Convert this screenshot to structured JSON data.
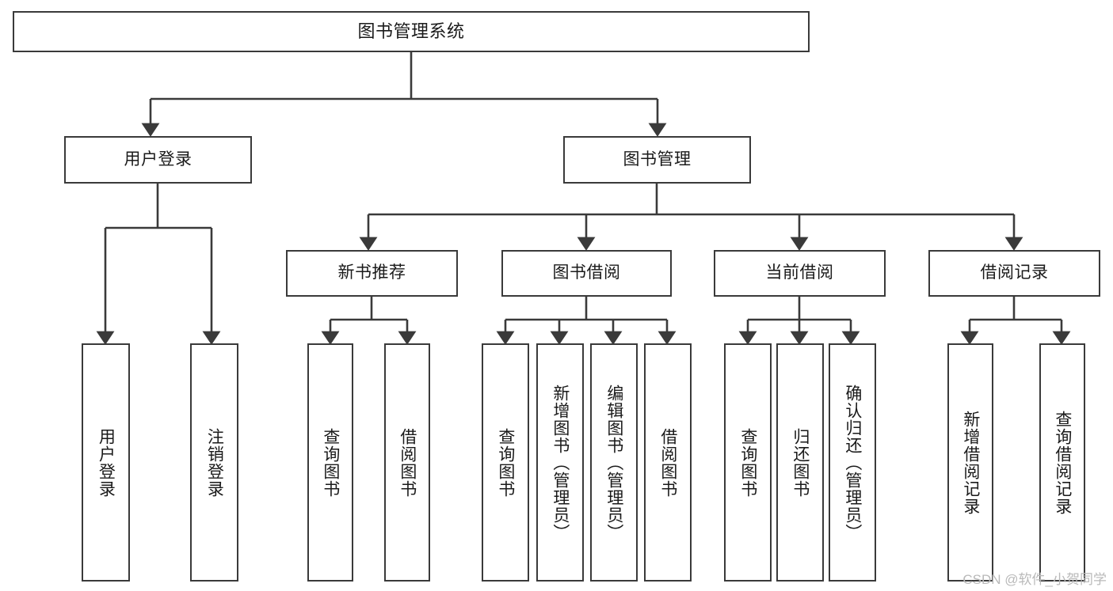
{
  "diagram": {
    "type": "tree-hierarchy",
    "title": "图书管理系统",
    "levels": [
      {
        "level": 1,
        "nodes": [
          {
            "id": "root",
            "label": "图书管理系统",
            "text_orientation": "horizontal"
          }
        ]
      },
      {
        "level": 2,
        "nodes": [
          {
            "id": "user-login",
            "label": "用户登录",
            "text_orientation": "horizontal",
            "parent": "root"
          },
          {
            "id": "book-manage",
            "label": "图书管理",
            "text_orientation": "horizontal",
            "parent": "root"
          }
        ]
      },
      {
        "level": 3,
        "nodes": [
          {
            "id": "new-book-rec",
            "label": "新书推荐",
            "text_orientation": "horizontal",
            "parent": "book-manage"
          },
          {
            "id": "book-borrow",
            "label": "图书借阅",
            "text_orientation": "horizontal",
            "parent": "book-manage"
          },
          {
            "id": "current-borrow",
            "label": "当前借阅",
            "text_orientation": "horizontal",
            "parent": "book-manage"
          },
          {
            "id": "borrow-record",
            "label": "借阅记录",
            "text_orientation": "horizontal",
            "parent": "book-manage"
          }
        ]
      },
      {
        "level": 4,
        "nodes": [
          {
            "id": "leaf-1",
            "label": "用户登录",
            "text_orientation": "vertical",
            "parent": "user-login"
          },
          {
            "id": "leaf-2",
            "label": "注销登录",
            "text_orientation": "vertical",
            "parent": "user-login"
          },
          {
            "id": "leaf-3",
            "label": "查询图书",
            "text_orientation": "vertical",
            "parent": "new-book-rec"
          },
          {
            "id": "leaf-4",
            "label": "借阅图书",
            "text_orientation": "vertical",
            "parent": "new-book-rec"
          },
          {
            "id": "leaf-5",
            "label": "查询图书",
            "text_orientation": "vertical",
            "parent": "book-borrow"
          },
          {
            "id": "leaf-6",
            "label": "新增图书（管理员）",
            "text_orientation": "vertical",
            "parent": "book-borrow"
          },
          {
            "id": "leaf-7",
            "label": "编辑图书（管理员）",
            "text_orientation": "vertical",
            "parent": "book-borrow"
          },
          {
            "id": "leaf-8",
            "label": "借阅图书",
            "text_orientation": "vertical",
            "parent": "book-borrow"
          },
          {
            "id": "leaf-9",
            "label": "查询图书",
            "text_orientation": "vertical",
            "parent": "current-borrow"
          },
          {
            "id": "leaf-10",
            "label": "归还图书",
            "text_orientation": "vertical",
            "parent": "current-borrow"
          },
          {
            "id": "leaf-11",
            "label": "确认归还（管理员）",
            "text_orientation": "vertical",
            "parent": "current-borrow"
          },
          {
            "id": "leaf-12",
            "label": "新增借阅记录",
            "text_orientation": "vertical",
            "parent": "borrow-record"
          },
          {
            "id": "leaf-13",
            "label": "查询借阅记录",
            "text_orientation": "vertical",
            "parent": "borrow-record"
          }
        ]
      }
    ],
    "colors": {
      "border": "#3a3a3a",
      "fill": "#ffffff",
      "text": "#1a1a1a",
      "edge": "#3a3a3a",
      "watermark": "#b9b9b9"
    }
  },
  "watermark": {
    "text": "CSDN @软件_小贺同学"
  }
}
